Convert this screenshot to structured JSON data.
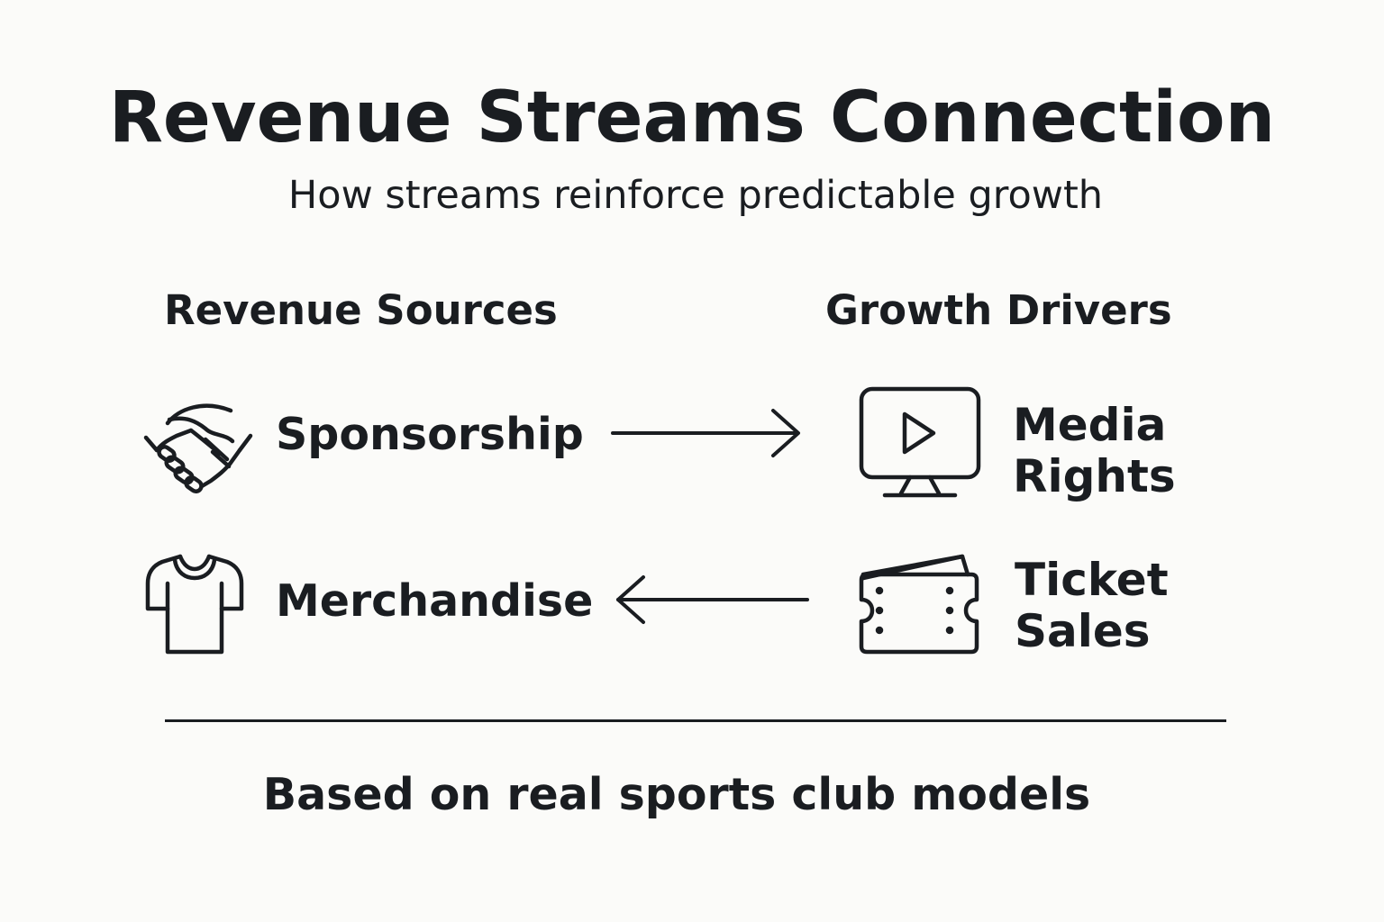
{
  "title": "Revenue Streams Connection",
  "subtitle": "How streams reinforce predictable growth",
  "columns": {
    "left": "Revenue Sources",
    "right": "Growth Drivers"
  },
  "sources": [
    {
      "label": "Sponsorship",
      "icon": "handshake-icon"
    },
    {
      "label": "Merchandise",
      "icon": "tshirt-icon"
    }
  ],
  "drivers": [
    {
      "label_lines": [
        "Media",
        "Rights"
      ],
      "icon": "tv-play-icon"
    },
    {
      "label_lines": [
        "Ticket",
        "Sales"
      ],
      "icon": "ticket-icon"
    }
  ],
  "connections": [
    {
      "from": "Sponsorship",
      "to": "Media Rights",
      "direction": "right"
    },
    {
      "from": "Ticket Sales",
      "to": "Merchandise",
      "direction": "left"
    }
  ],
  "footer": "Based on real sports club models",
  "colors": {
    "ink": "#1a1d21",
    "background": "#fbfbf9"
  }
}
